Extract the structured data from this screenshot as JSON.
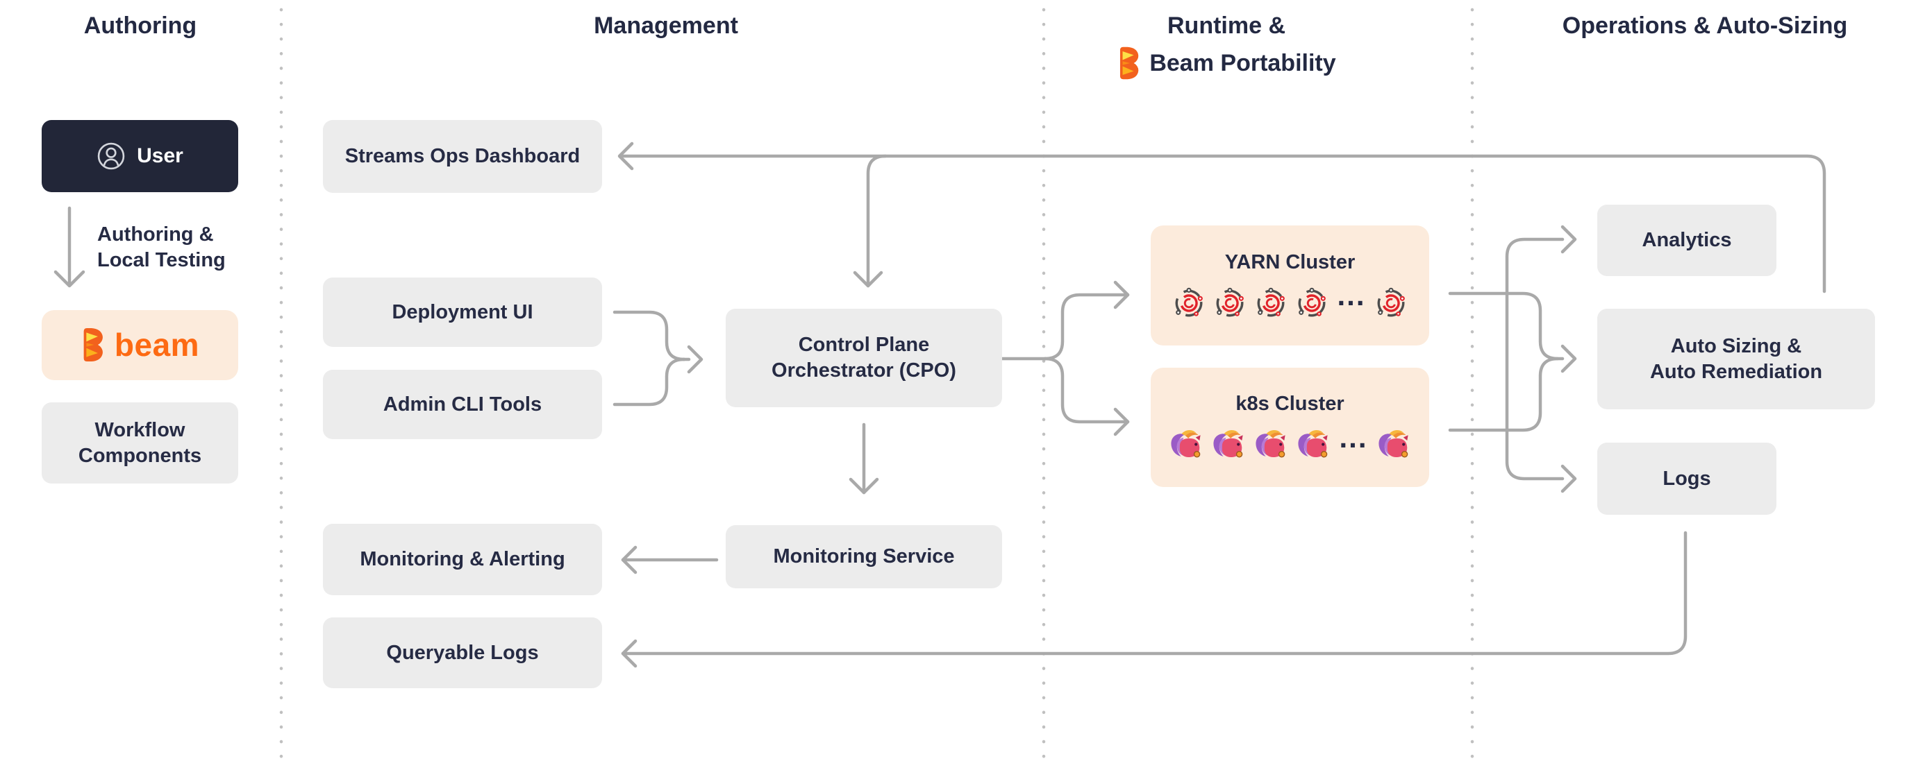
{
  "headers": {
    "authoring": "Authoring",
    "management": "Management",
    "runtime_line1": "Runtime &",
    "runtime_line2": "Beam Portability",
    "operations": "Operations & Auto-Sizing"
  },
  "authoring": {
    "user_label": "User",
    "flow_label_line1": "Authoring &",
    "flow_label_line2": "Local Testing",
    "beam_wordmark": "beam",
    "workflow_components": "Workflow Components"
  },
  "management": {
    "streams_ops_dashboard": "Streams Ops Dashboard",
    "deployment_ui": "Deployment UI",
    "admin_cli_tools": "Admin CLI Tools",
    "cpo_line1": "Control Plane",
    "cpo_line2": "Orchestrator (CPO)",
    "monitoring_service": "Monitoring Service",
    "monitoring_alerting": "Monitoring & Alerting",
    "queryable_logs": "Queryable Logs"
  },
  "runtime": {
    "yarn_cluster": "YARN Cluster",
    "k8s_cluster": "k8s Cluster",
    "ellipsis": "..."
  },
  "operations": {
    "analytics": "Analytics",
    "auto_sizing_line1": "Auto Sizing &",
    "auto_sizing_line2": "Auto Remediation",
    "logs": "Logs"
  },
  "icons": {
    "user": "user-circle-icon",
    "beam": "apache-beam-logo",
    "yarn": "hadoop-yarn-logo",
    "flink": "apache-flink-squirrel-logo"
  },
  "colors": {
    "text_navy": "#262b44",
    "box_gray": "#ececec",
    "box_peach": "#fcebdc",
    "user_box_navy": "#222638",
    "beam_orange": "#fd6a13",
    "line_gray": "#a9a9a9",
    "divider_gray": "#c0c0c0"
  }
}
